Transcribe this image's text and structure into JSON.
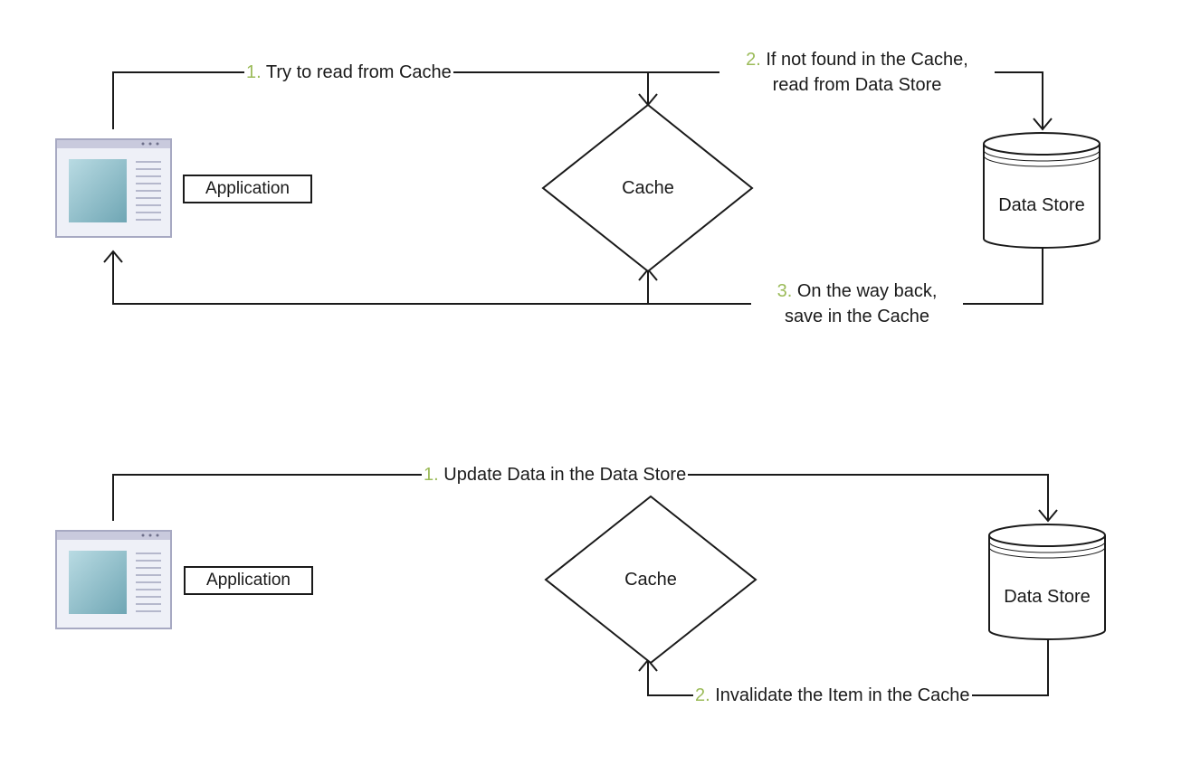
{
  "colors": {
    "line": "#1a1a1a",
    "step_number": "#9bbb59",
    "window_frame": "#a7a9c2",
    "window_titlebar": "#c9cadd",
    "window_pane": "#7fb4c1"
  },
  "icons": {
    "application": "application-window-icon",
    "data_store": "database-cylinder-icon",
    "cache": "diamond-shape"
  },
  "top": {
    "application_label": "Application",
    "cache_label": "Cache",
    "data_store_label": "Data Store",
    "step1": {
      "num": "1.",
      "text": "Try to read from Cache"
    },
    "step2": {
      "num": "2.",
      "line1": "If not found in the Cache,",
      "line2": "read from Data Store"
    },
    "step3": {
      "num": "3.",
      "line1": "On the way back,",
      "line2": "save in the Cache"
    }
  },
  "bottom": {
    "application_label": "Application",
    "cache_label": "Cache",
    "data_store_label": "Data Store",
    "step1": {
      "num": "1.",
      "text": "Update Data in the Data Store"
    },
    "step2": {
      "num": "2.",
      "text": "Invalidate the Item in the Cache"
    }
  }
}
